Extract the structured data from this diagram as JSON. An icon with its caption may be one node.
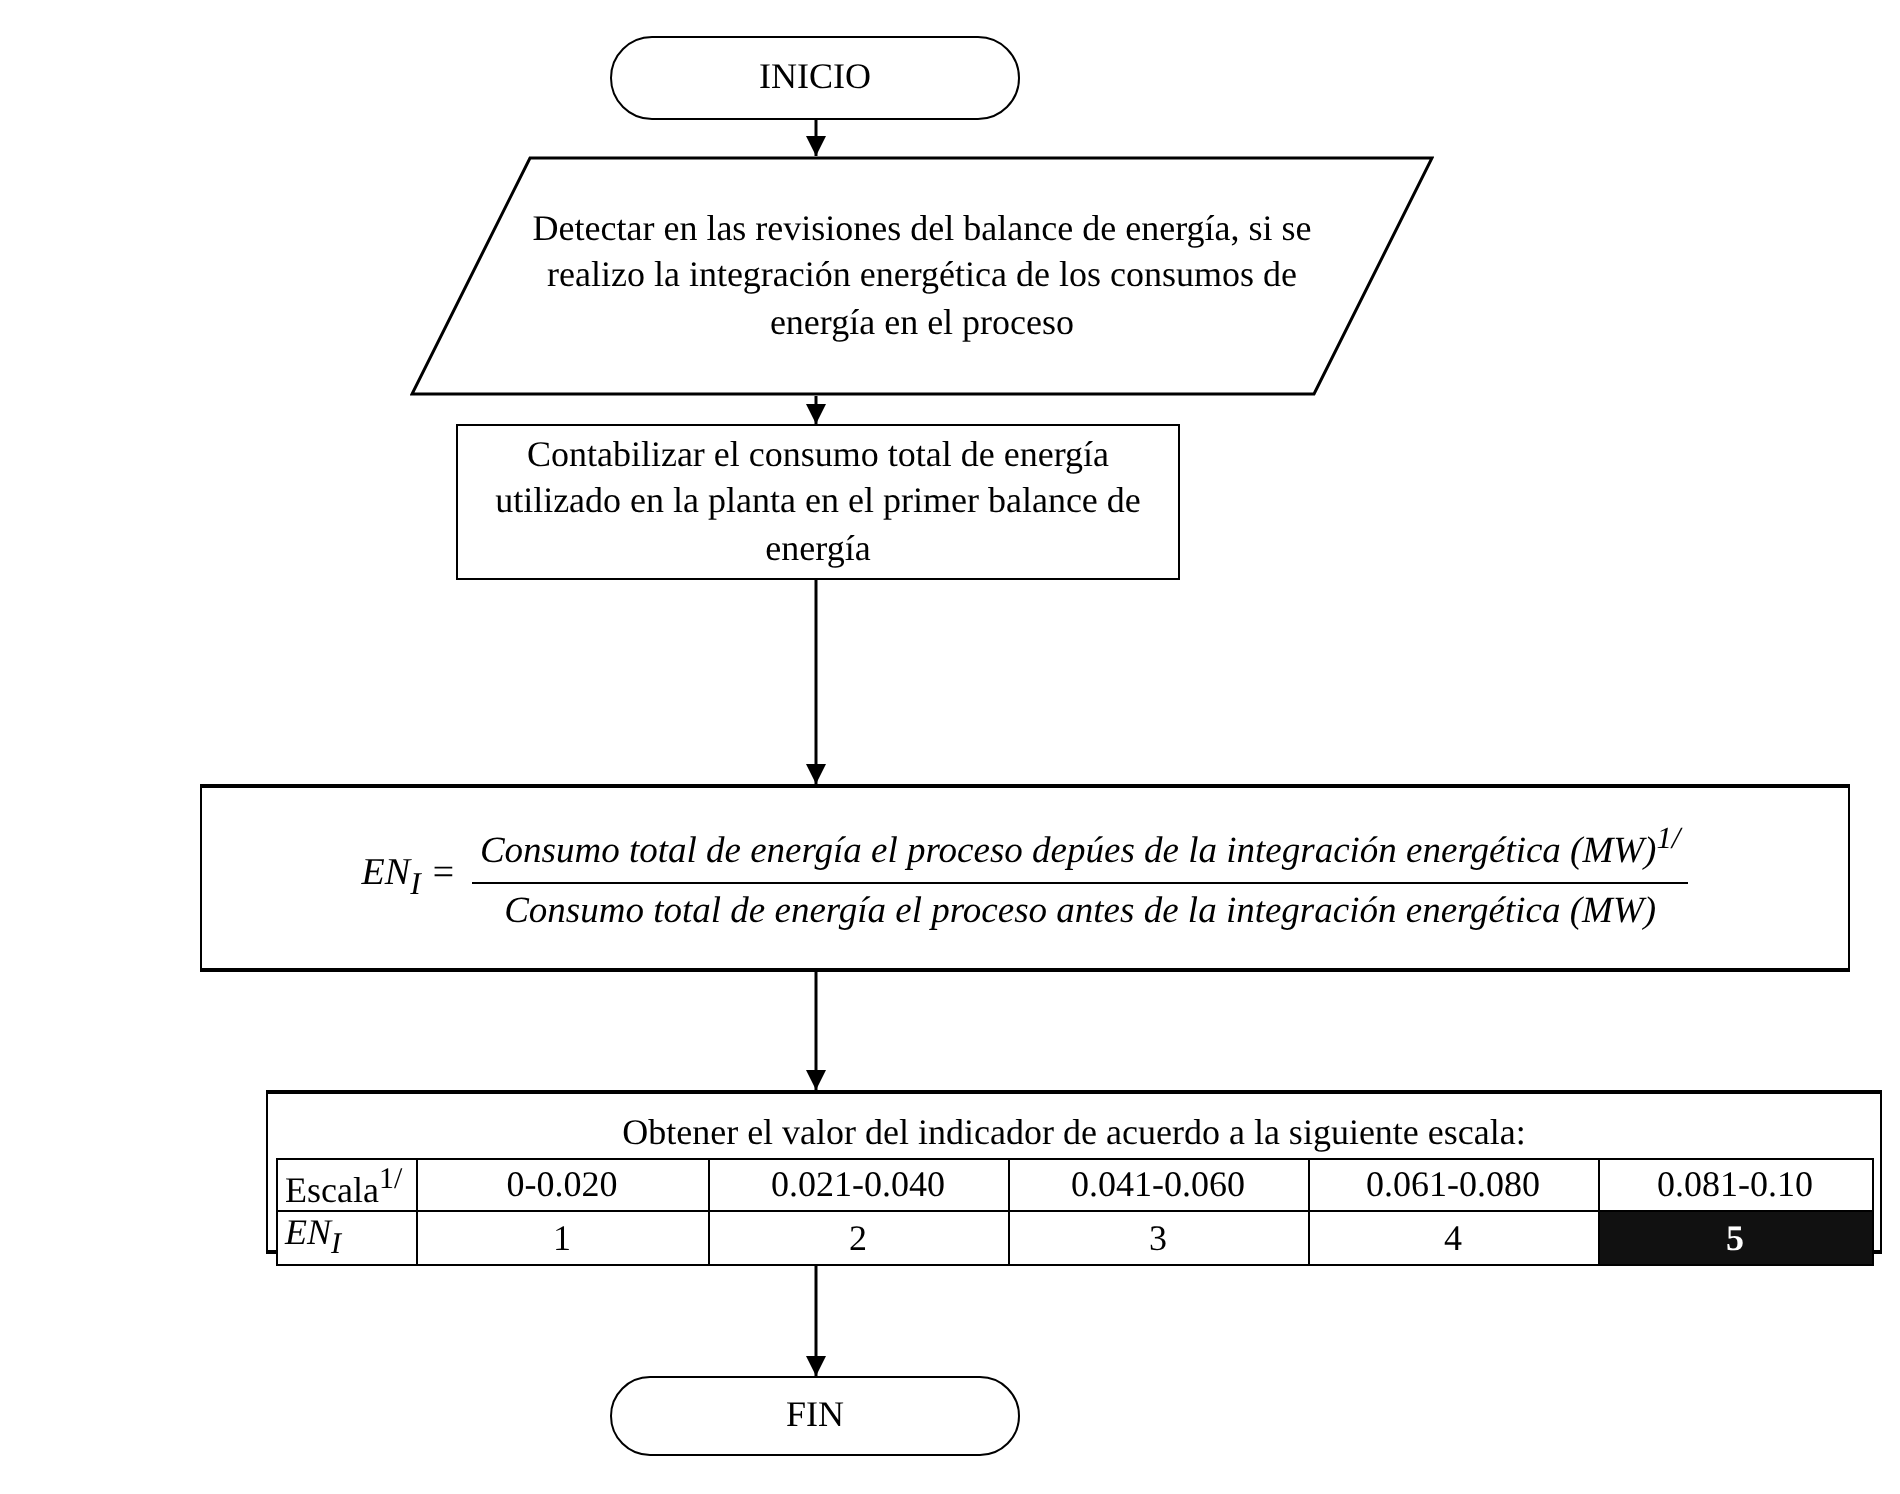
{
  "diagram": {
    "nodes": [
      {
        "text": [
          "INICIO"
        ]
      },
      {
        "text": [
          "Detectar en las revisiones del balance de energía, si se realizo la integración energética de los consumos de energía en el proceso"
        ]
      },
      {
        "text": [
          "Contabilizar el consumo total de energía utilizado en la planta en el primer balance de energía"
        ]
      },
      {
        "text": [
          "EN$_{I}$ =",
          "Consumo  total de energía el proceso  depúes de la integración energética (MW)$^{1/}$",
          "Consumo  total de energía el proceso  antes de la integración energética (MW)"
        ]
      },
      {
        "text": [
          "Obtener el valor del indicador de acuerdo a la siguiente escala:"
        ]
      },
      {
        "text": [
          "FIN"
        ]
      }
    ],
    "edges": [
      {
        "from": 0,
        "to": 1,
        "arrow": "to"
      },
      {
        "from": 1,
        "to": 2,
        "arrow": "to"
      },
      {
        "from": 2,
        "to": 3,
        "arrow": "to"
      },
      {
        "from": 3,
        "to": 4,
        "arrow": "to"
      },
      {
        "from": 4,
        "to": 5,
        "arrow": "to"
      }
    ],
    "labels": [
      "Escala$^{1/}$",
      "0-0.020",
      "0.021-0.040",
      "0.041-0.060",
      "0.061-0.080",
      "0.081-0.10",
      "EN$_{I}$",
      "1",
      "2",
      "3",
      "4",
      "5"
    ]
  }
}
